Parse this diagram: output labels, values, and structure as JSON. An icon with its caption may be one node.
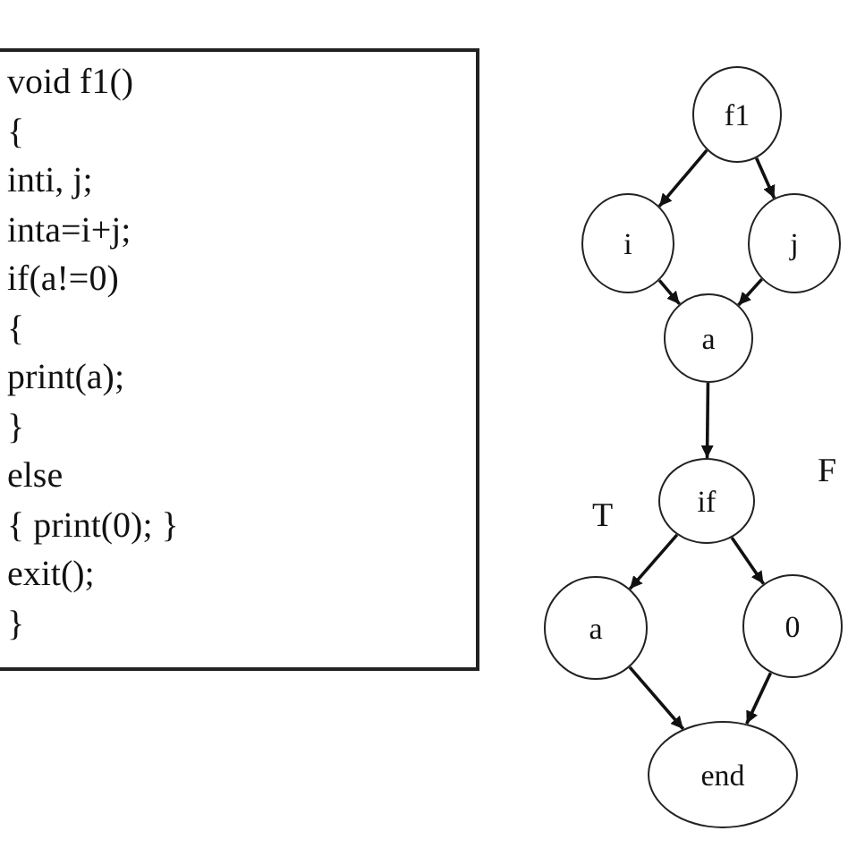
{
  "diagram": {
    "nodes": [
      {
        "text": [
          "void f1()",
          "{",
          "inti, j;",
          "inta=i+j;",
          "if(a!=0)",
          "{",
          "print(a);",
          "}",
          "else",
          "{ print(0); }",
          "exit();",
          "}"
        ]
      },
      {
        "text": [
          "f1"
        ]
      },
      {
        "text": [
          "i"
        ]
      },
      {
        "text": [
          "j"
        ]
      },
      {
        "text": [
          "a"
        ]
      },
      {
        "text": [
          "if"
        ]
      },
      {
        "text": [
          "a"
        ]
      },
      {
        "text": [
          "0"
        ]
      },
      {
        "text": [
          "end"
        ]
      }
    ],
    "edges": [
      {
        "from": 1,
        "to": 2,
        "arrow": "to"
      },
      {
        "from": 1,
        "to": 3,
        "arrow": "to"
      },
      {
        "from": 2,
        "to": 4,
        "arrow": "to"
      },
      {
        "from": 3,
        "to": 4,
        "arrow": "to"
      },
      {
        "from": 4,
        "to": 5,
        "arrow": "to"
      },
      {
        "from": 5,
        "to": 6,
        "arrow": "to"
      },
      {
        "from": 5,
        "to": 7,
        "arrow": "to"
      },
      {
        "from": 6,
        "to": 8,
        "arrow": "to"
      },
      {
        "from": 7,
        "to": 8,
        "arrow": "to"
      }
    ],
    "labels": [
      "T",
      "F"
    ]
  }
}
